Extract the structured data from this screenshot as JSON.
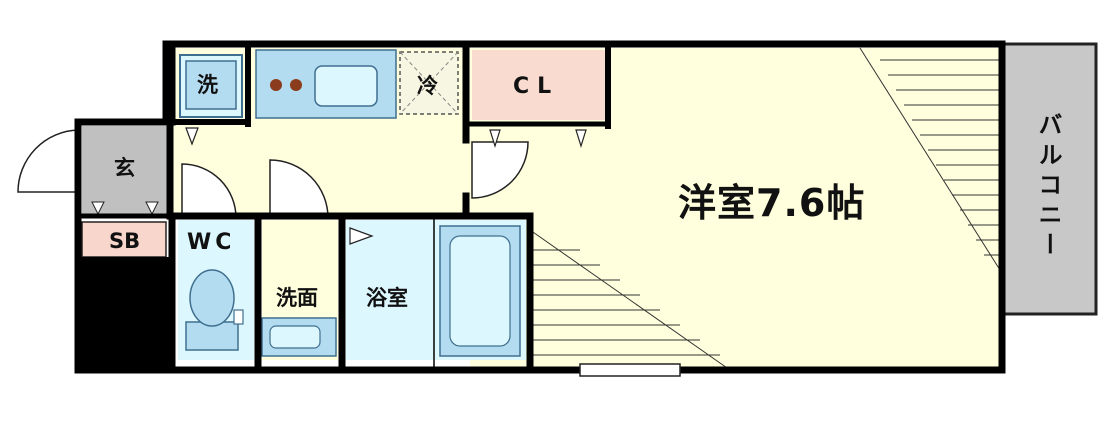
{
  "rooms": {
    "western_room": "洋室7.6帖",
    "closet": "CL",
    "entrance": "玄",
    "shoe_box": "SB",
    "toilet": "WC",
    "washbasin": "洗面",
    "bathroom": "浴室",
    "washer": "洗",
    "fridge": "冷",
    "balcony": "バルコニー"
  },
  "colors": {
    "wall": "#000000",
    "room_floor": "#ffffdd",
    "entrance_floor": "#c0c0c0",
    "shoe_box": "#f9d6cc",
    "closet": "#f9dccf",
    "wet_area": "#ddf7ff",
    "fixture": "#b4dcf0",
    "fixture_outline": "#3f6f8f",
    "fridge_area": "#f6f6e2",
    "balcony": "#c8c8c8",
    "stove_burner": "#8a3c1c"
  }
}
